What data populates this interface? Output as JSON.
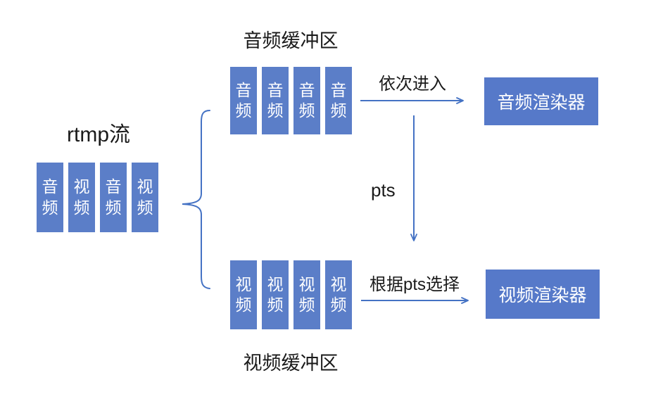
{
  "diagram": {
    "source": {
      "title": "rtmp流",
      "blocks": [
        "音频",
        "视频",
        "音频",
        "视频"
      ]
    },
    "audio_buffer": {
      "title": "音频缓冲区",
      "blocks": [
        "音频",
        "音频",
        "音频",
        "音频"
      ]
    },
    "video_buffer": {
      "title": "视频缓冲区",
      "blocks": [
        "视频",
        "视频",
        "视频",
        "视频"
      ]
    },
    "audio_flow": {
      "arrow_label": "依次进入",
      "renderer_label": "音频渲染器"
    },
    "video_flow": {
      "arrow_label": "根据pts选择",
      "renderer_label": "视频渲染器"
    },
    "pts_label": "pts",
    "colors": {
      "block_fill": "#5B7EC8",
      "renderer_fill": "#5679C9",
      "arrow_stroke": "#4472C4",
      "block_text": "#FFFFFF",
      "label_text": "#1A1A1A",
      "background": "#FFFFFF"
    }
  }
}
